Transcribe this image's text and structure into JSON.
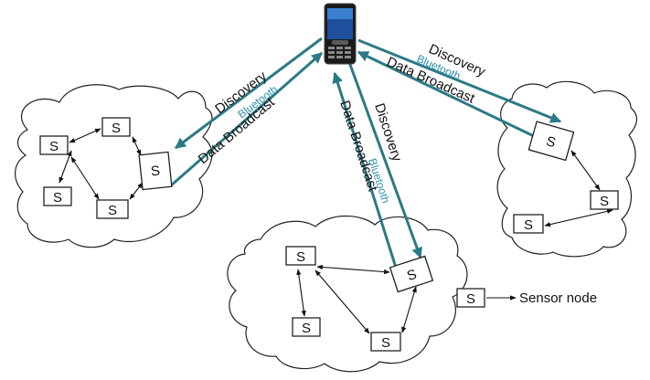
{
  "colors": {
    "link": "#2c7a86",
    "bluetooth": "#2a8fb0",
    "outline": "#222222",
    "phone_body": "#1a1a1a",
    "phone_screen": "#1e4f9c"
  },
  "icons": {
    "phone": "mobile-phone-icon",
    "node": "sensor-node-icon"
  },
  "node_label": "S",
  "links": {
    "discovery": "Discovery",
    "bluetooth": "Bluetooth",
    "broadcast": "Data Broadcast"
  },
  "legend": {
    "symbol": "S",
    "label": "Sensor node"
  }
}
